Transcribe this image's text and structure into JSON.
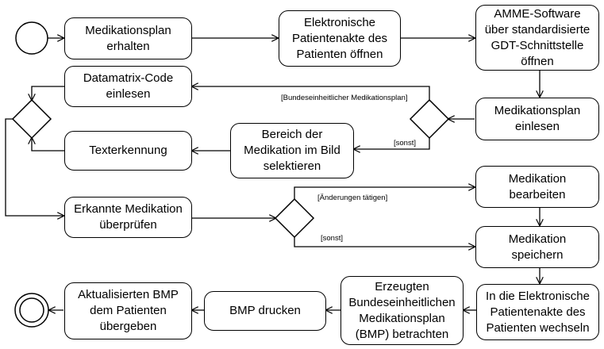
{
  "nodes": {
    "medikationsplan_erhalten": "Medikationsplan\nerhalten",
    "patientenakte_oeffnen": "Elektronische\nPatientenakte des\nPatienten öffnen",
    "amme_software": "AMME-Software\nüber standardisierte\nGDT-Schnittstelle\nöffnen",
    "datamatrix_einlesen": "Datamatrix-Code\neinlesen",
    "medikationsplan_einlesen": "Medikationsplan\neinlesen",
    "texterkennung": "Texterkennung",
    "bereich_selektieren": "Bereich der\nMedikation im Bild\nselektieren",
    "medikation_bearbeiten": "Medikation\nbearbeiten",
    "medikation_ueberpruefen": "Erkannte Medikation\nüberprüfen",
    "medikation_speichern": "Medikation\nspeichern",
    "bmp_uebergeben": "Aktualisierten BMP\ndem Patienten\nübergeben",
    "bmp_drucken": "BMP drucken",
    "bmp_betrachten": "Erzeugten\nBundeseinheitlichen\nMedikationsplan\n(BMP) betrachten",
    "patientenakte_wechseln": "In die Elektronische\nPatientenakte des\nPatienten wechseln"
  },
  "guards": {
    "bundeseinheitlich": "[Bundeseinheitlicher Medikationsplan]",
    "sonst_1": "[sonst]",
    "aenderungen": "[Änderungen tätigen]",
    "sonst_2": "[sonst]"
  }
}
